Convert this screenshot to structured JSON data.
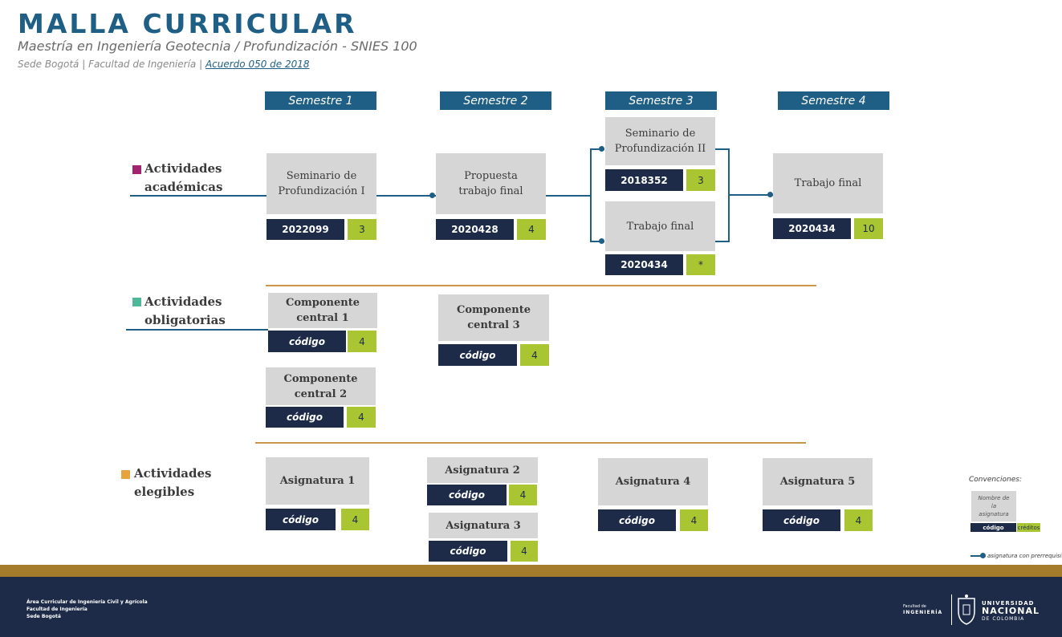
{
  "header": {
    "title": "MALLA CURRICULAR",
    "subtitle": "Maestría en Ingeniería Geotecnia / Profundización - SNIES 100",
    "meta_prefix": "Sede Bogotá | Facultad de Ingeniería | ",
    "meta_link": "Acuerdo 050 de 2018"
  },
  "semesters": [
    "Semestre 1",
    "Semestre 2",
    "Semestre 3",
    "Semestre 4"
  ],
  "categories": {
    "academicas": {
      "line1": "Actividades",
      "line2": "académicas",
      "color": "#a3246e"
    },
    "obligatorias": {
      "line1": "Actividades",
      "line2": "obligatorias",
      "color": "#4fb89b"
    },
    "elegibles": {
      "line1": "Actividades",
      "line2": "elegibles",
      "color": "#e6a33e"
    }
  },
  "courses": {
    "sem1_seminario": {
      "name1": "Seminario de",
      "name2": "Profundización  I",
      "code": "2022099",
      "credits": "3"
    },
    "sem2_propuesta": {
      "name1": "Propuesta",
      "name2": "trabajo final",
      "code": "2020428",
      "credits": "4"
    },
    "sem3_seminario": {
      "name1": "Seminario de",
      "name2": "Profundización II",
      "code": "2018352",
      "credits": "3"
    },
    "sem3_trabajo": {
      "name1": "Trabajo final",
      "code": "2020434",
      "credits": "*"
    },
    "sem4_trabajo": {
      "name1": "Trabajo final",
      "code": "2020434",
      "credits": "10"
    },
    "comp1": {
      "name1": "Componente",
      "name2": "central 1",
      "code": "código",
      "credits": "4"
    },
    "comp2": {
      "name1": "Componente",
      "name2": "central 2",
      "code": "código",
      "credits": "4"
    },
    "comp3": {
      "name1": "Componente",
      "name2": "central 3",
      "code": "código",
      "credits": "4"
    },
    "asig1": {
      "name1": "Asignatura 1",
      "code": "código",
      "credits": "4"
    },
    "asig2": {
      "name1": "Asignatura 2",
      "code": "código",
      "credits": "4"
    },
    "asig3": {
      "name1": "Asignatura 3",
      "code": "código",
      "credits": "4"
    },
    "asig4": {
      "name1": "Asignatura 4",
      "code": "código",
      "credits": "4"
    },
    "asig5": {
      "name1": "Asignatura 5",
      "code": "código",
      "credits": "4"
    }
  },
  "conventions": {
    "title": "Convenciones:",
    "name1": "Nombre de",
    "name2": "la",
    "name3": "asignatura",
    "code": "código",
    "credits": "créditos",
    "prereq": "asignatura con prerrequisito"
  },
  "footer": {
    "line1": "Área Curricular de Ingeniería Civil y Agrícola",
    "line2": "Facultad de Ingeniería",
    "line3": "Sede Bogotá",
    "logo_fac1": "Facultad de",
    "logo_fac2": "INGENIERÍA",
    "logo_un1": "UNIVERSIDAD",
    "logo_un2": "NACIONAL",
    "logo_un3": "DE COLOMBIA"
  },
  "colors": {
    "primary": "#1f5f86",
    "navy": "#1d2b48",
    "green": "#a9c632",
    "gray": "#d6d6d6",
    "gold": "#a47c2c"
  }
}
